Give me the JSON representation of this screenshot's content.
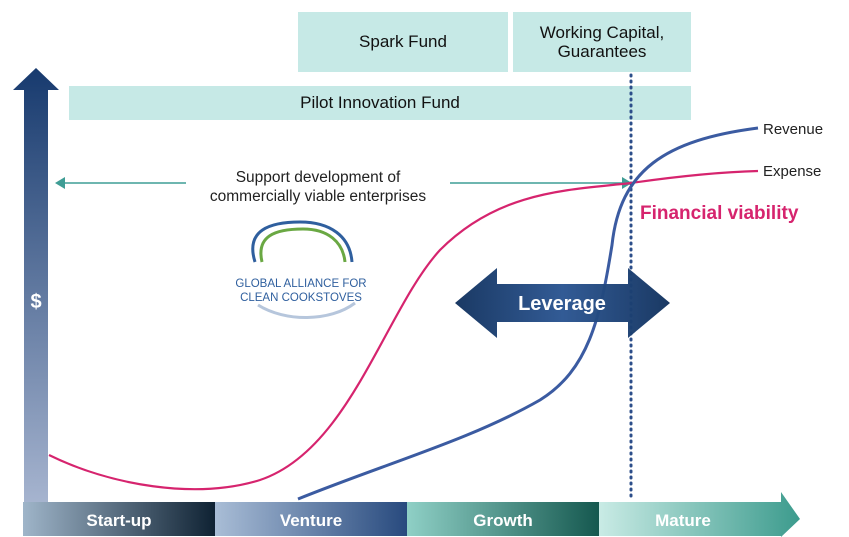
{
  "funds": {
    "spark": "Spark Fund",
    "working_capital_line1": "Working Capital,",
    "working_capital_line2": "Guarantees",
    "pilot": "Pilot Innovation Fund"
  },
  "support": {
    "line1": "Support development of",
    "line2": "commercially viable enterprises"
  },
  "logo": {
    "line1": "GLOBAL ALLIANCE FOR",
    "line2": "CLEAN COOKSTOVES"
  },
  "axis": {
    "y_symbol": "$"
  },
  "curves": {
    "revenue_label": "Revenue",
    "expense_label": "Expense",
    "revenue_color": "#3b5ba1",
    "expense_color": "#d6246e"
  },
  "viability": {
    "label": "Financial viability",
    "color": "#d6246e"
  },
  "leverage": {
    "label": "Leverage"
  },
  "stages": [
    "Start-up",
    "Venture",
    "Growth",
    "Mature"
  ]
}
